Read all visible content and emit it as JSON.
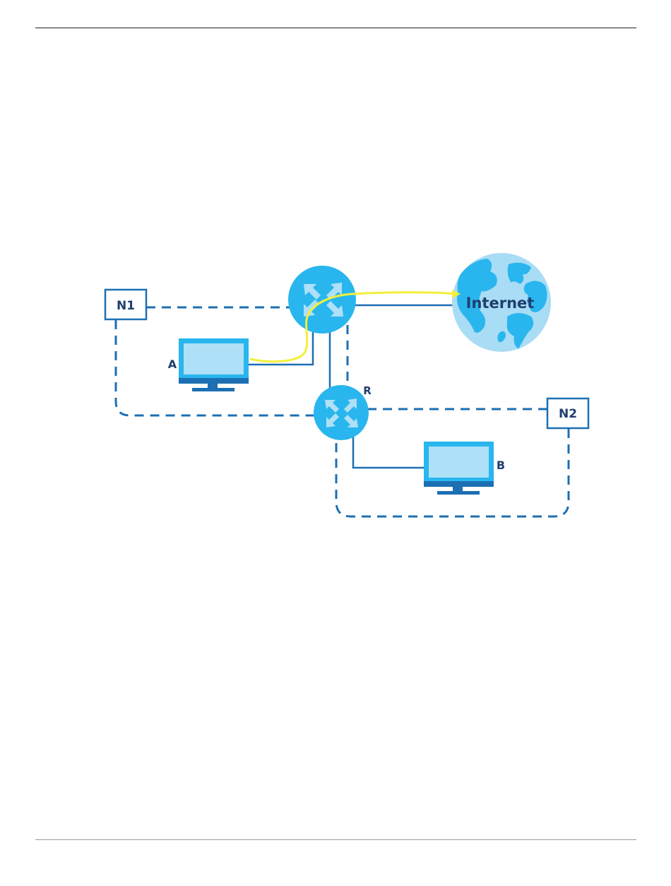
{
  "colors": {
    "dash": "#1c6fb3",
    "solid_link": "#1c6fb3",
    "router_fill": "#29b6ee",
    "router_arrows": "#aee0f7",
    "globe_ocean": "#a9dcf5",
    "globe_land": "#29b6ee",
    "monitor_frame": "#29b6ee",
    "monitor_screen": "#aee0f7",
    "monitor_stand": "#1c6fb3",
    "highlight_path": "#f4ef3a",
    "label_text": "#1f3f6e",
    "box_border": "#1c6fb3"
  },
  "diagram": {
    "network_n1": "N1",
    "network_n2": "N2",
    "internet": "Internet",
    "router_r": "R",
    "computer_a": "A",
    "computer_b": "B"
  }
}
